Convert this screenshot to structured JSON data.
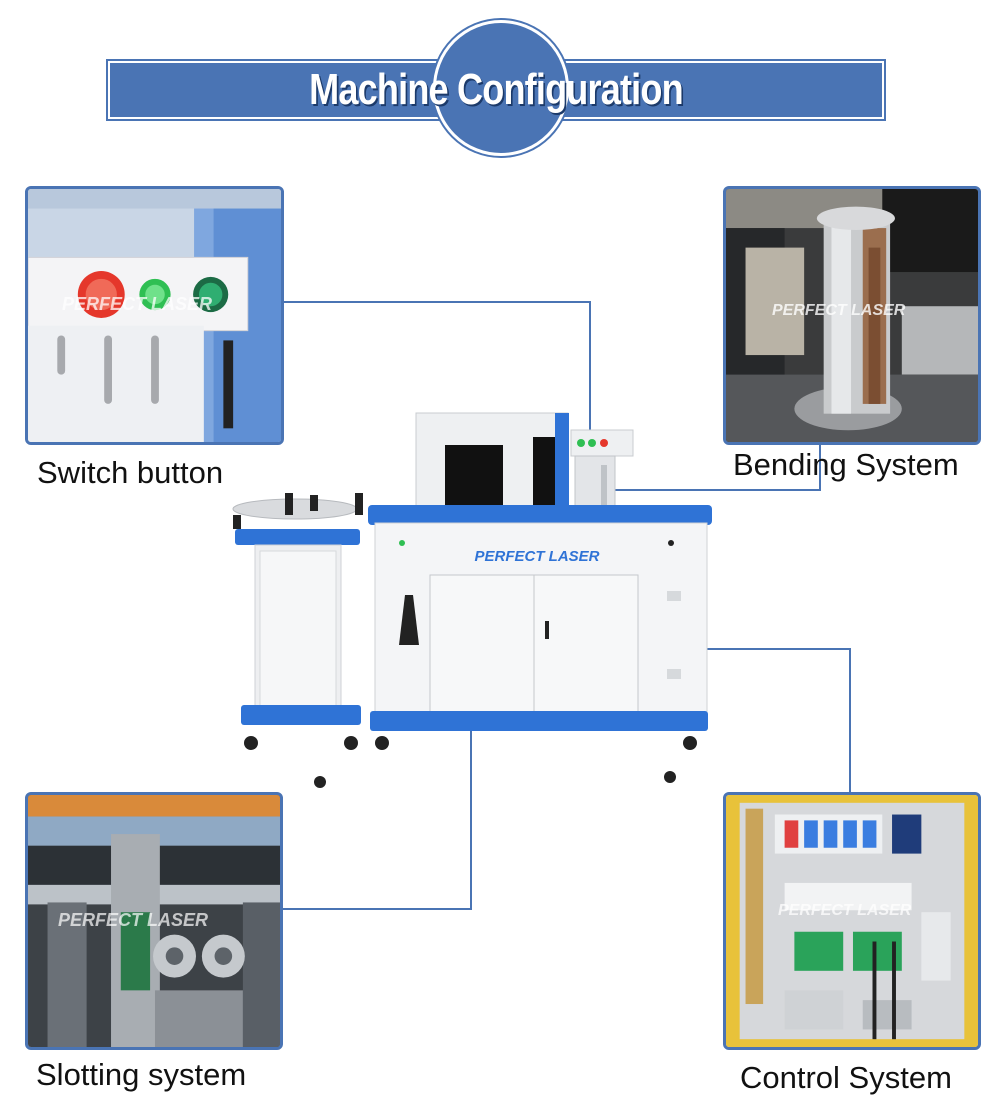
{
  "header": {
    "title": "Machine Configuration"
  },
  "panels": {
    "switch": {
      "caption": "Switch button",
      "watermark": "PERFECT LASER"
    },
    "bending": {
      "caption": "Bending System",
      "watermark": "PERFECT LASER"
    },
    "slotting": {
      "caption": "Slotting system",
      "watermark": "PERFECT LASER"
    },
    "control": {
      "caption": "Control System",
      "watermark": "PERFECT LASER"
    }
  },
  "machine": {
    "brand_label": "PERFECT LASER"
  },
  "colors": {
    "accent": "#4a74b4",
    "machine_blue": "#2f73d6",
    "button_red": "#e5372b",
    "button_green": "#2fbf53"
  }
}
